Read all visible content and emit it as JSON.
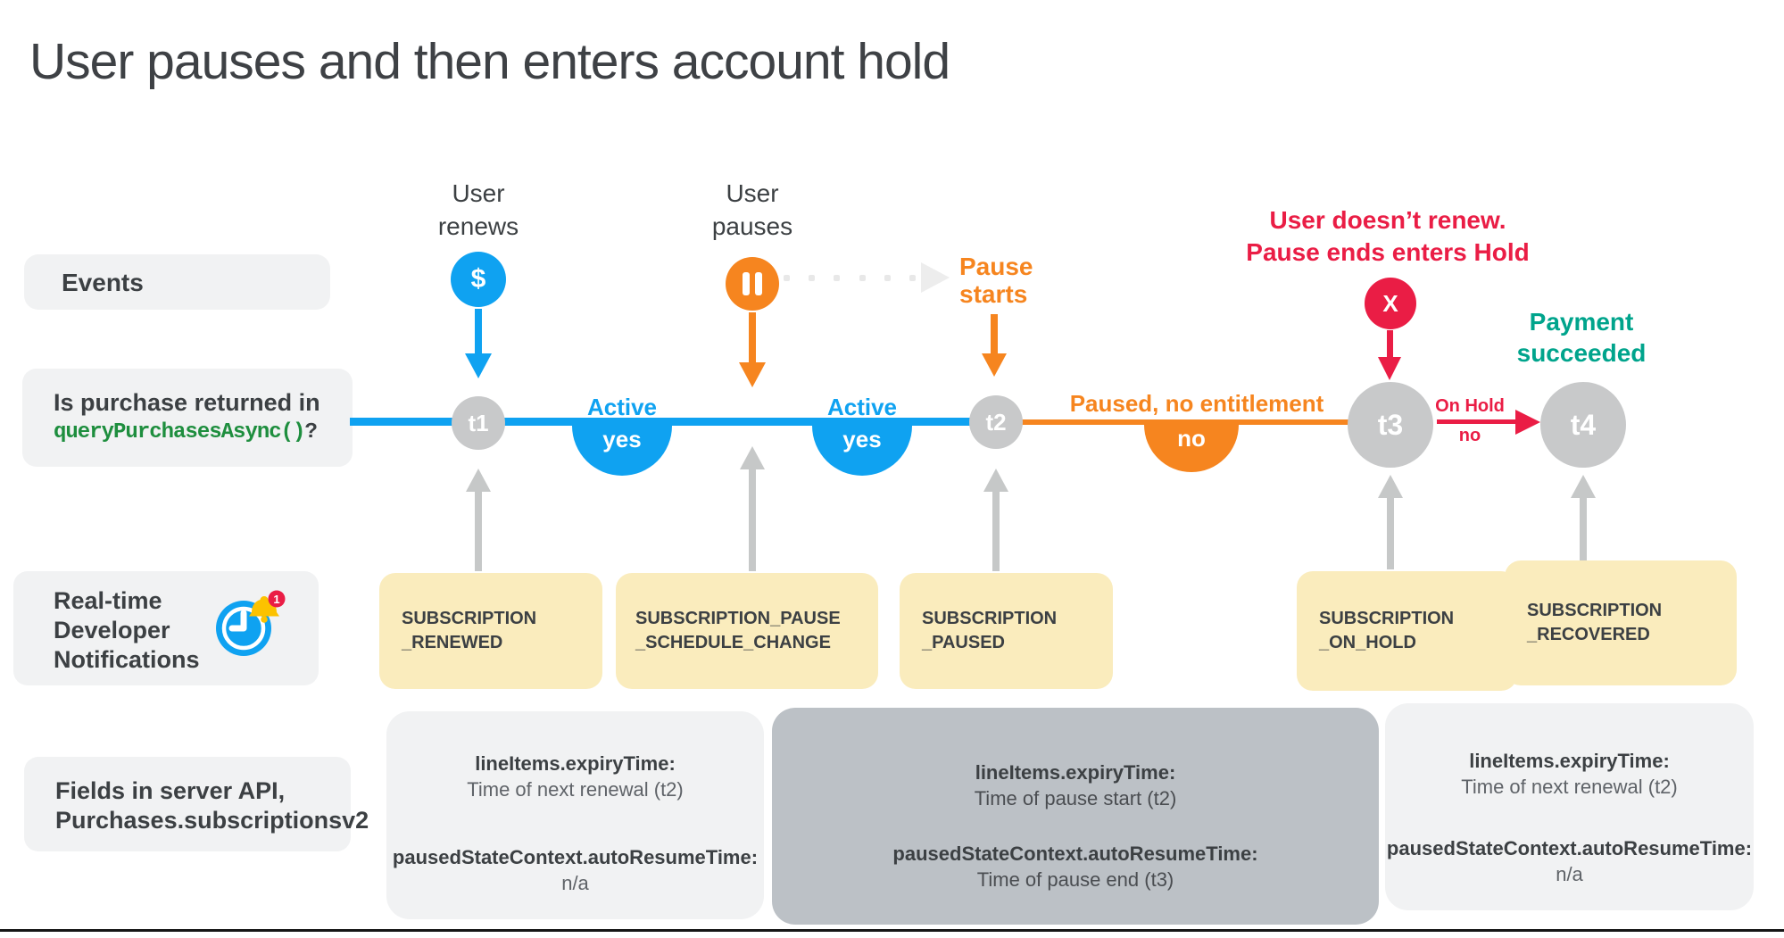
{
  "title": "User pauses and then enters account hold",
  "colors": {
    "blue": "#0FA2F1",
    "orange": "#F6851F",
    "red": "#EA1D45",
    "teal": "#00A48C",
    "green": "#1E8E3E",
    "yellow_box": "#FAECBD",
    "node_gray": "#C8C9CA",
    "light_box": "#F1F2F3",
    "dark_box": "#BCC1C6",
    "text_dark": "#3C4043"
  },
  "rows": {
    "events": {
      "label": "Events"
    },
    "purchase": {
      "line1": "Is purchase returned in",
      "code": "queryPurchasesAsync()",
      "suffix": "?"
    },
    "rtdn": {
      "line1": "Real-time",
      "line2": "Developer",
      "line3": "Notifications",
      "badge": "1"
    },
    "fields": {
      "line1": "Fields in server API,",
      "line2": "Purchases.subscriptionsv2"
    }
  },
  "annotations": {
    "user_renews": {
      "line1": "User",
      "line2": "renews",
      "icon": "$"
    },
    "user_pauses": {
      "line1": "User",
      "line2": "pauses"
    },
    "pause_starts": {
      "line1": "Pause",
      "line2": "starts"
    },
    "account_hold": {
      "line1": "User doesn’t renew.",
      "line2": "Pause ends enters Hold",
      "icon": "X"
    },
    "payment_succeeded": {
      "line1": "Payment",
      "line2": "succeeded"
    }
  },
  "timeline": {
    "nodes": [
      {
        "id": "t1"
      },
      {
        "id": "t2"
      },
      {
        "id": "t3"
      },
      {
        "id": "t4"
      }
    ],
    "segments": [
      {
        "label": "Active",
        "answer": "yes"
      },
      {
        "label": "Active",
        "answer": "yes"
      },
      {
        "label": "Paused, no entitlement",
        "answer": "no"
      },
      {
        "label": "On Hold",
        "answer": "no"
      }
    ]
  },
  "notifications": [
    {
      "line1": "SUBSCRIPTION",
      "line2": "_RENEWED"
    },
    {
      "line1": "SUBSCRIPTION_PAUSE",
      "line2": "_SCHEDULE_CHANGE"
    },
    {
      "line1": "SUBSCRIPTION",
      "line2": "_PAUSED"
    },
    {
      "line1": "SUBSCRIPTION",
      "line2": "_ON_HOLD"
    },
    {
      "line1": "SUBSCRIPTION",
      "line2": "_RECOVERED"
    }
  ],
  "api_fields": [
    {
      "pairs": [
        {
          "key": "lineItems.expiryTime:",
          "value": "Time of next renewal (t2)"
        },
        {
          "key": "pausedStateContext.autoResumeTime:",
          "value": "n/a"
        }
      ]
    },
    {
      "pairs": [
        {
          "key": "lineItems.expiryTime:",
          "value": "Time of pause start (t2)"
        },
        {
          "key": "pausedStateContext.autoResumeTime:",
          "value": "Time of pause end (t3)"
        }
      ]
    },
    {
      "pairs": [
        {
          "key": "lineItems.expiryTime:",
          "value": "Time of next renewal (t2)"
        },
        {
          "key": "pausedStateContext.autoResumeTime:",
          "value": "n/a"
        }
      ]
    }
  ]
}
